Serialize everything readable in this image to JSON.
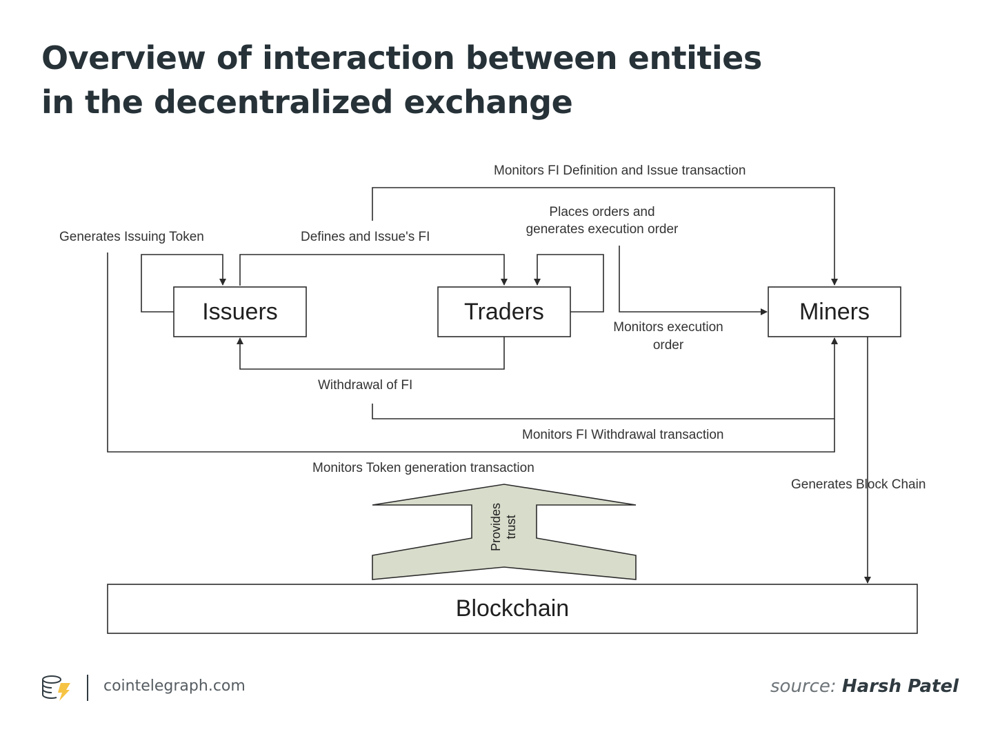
{
  "title": {
    "line1": "Overview of interaction between entities",
    "line2": "in the decentralized exchange"
  },
  "nodes": {
    "issuers": "Issuers",
    "traders": "Traders",
    "miners": "Miners",
    "blockchain": "Blockchain"
  },
  "edges": {
    "monitors_fi_definition": "Monitors FI Definition and Issue transaction",
    "places_orders_1": "Places orders and",
    "places_orders_2": "generates execution order",
    "generates_issuing_token": "Generates Issuing Token",
    "defines_and_issues_fi": "Defines and Issue's FI",
    "monitors_execution_1": "Monitors execution",
    "monitors_execution_2": "order",
    "withdrawal_of_fi": "Withdrawal of FI",
    "monitors_fi_withdrawal": "Monitors FI Withdrawal transaction",
    "monitors_token_generation": "Monitors Token generation transaction",
    "generates_block_chain": "Generates Block Chain",
    "provides_trust_1": "Provides",
    "provides_trust_2": "trust"
  },
  "footer": {
    "site": "cointelegraph.com",
    "source_prefix": "source:",
    "source_name": "Harsh Patel"
  },
  "colors": {
    "title": "#263238",
    "line": "#2b2b2b",
    "trust_arrow_fill": "#d8dccb"
  }
}
